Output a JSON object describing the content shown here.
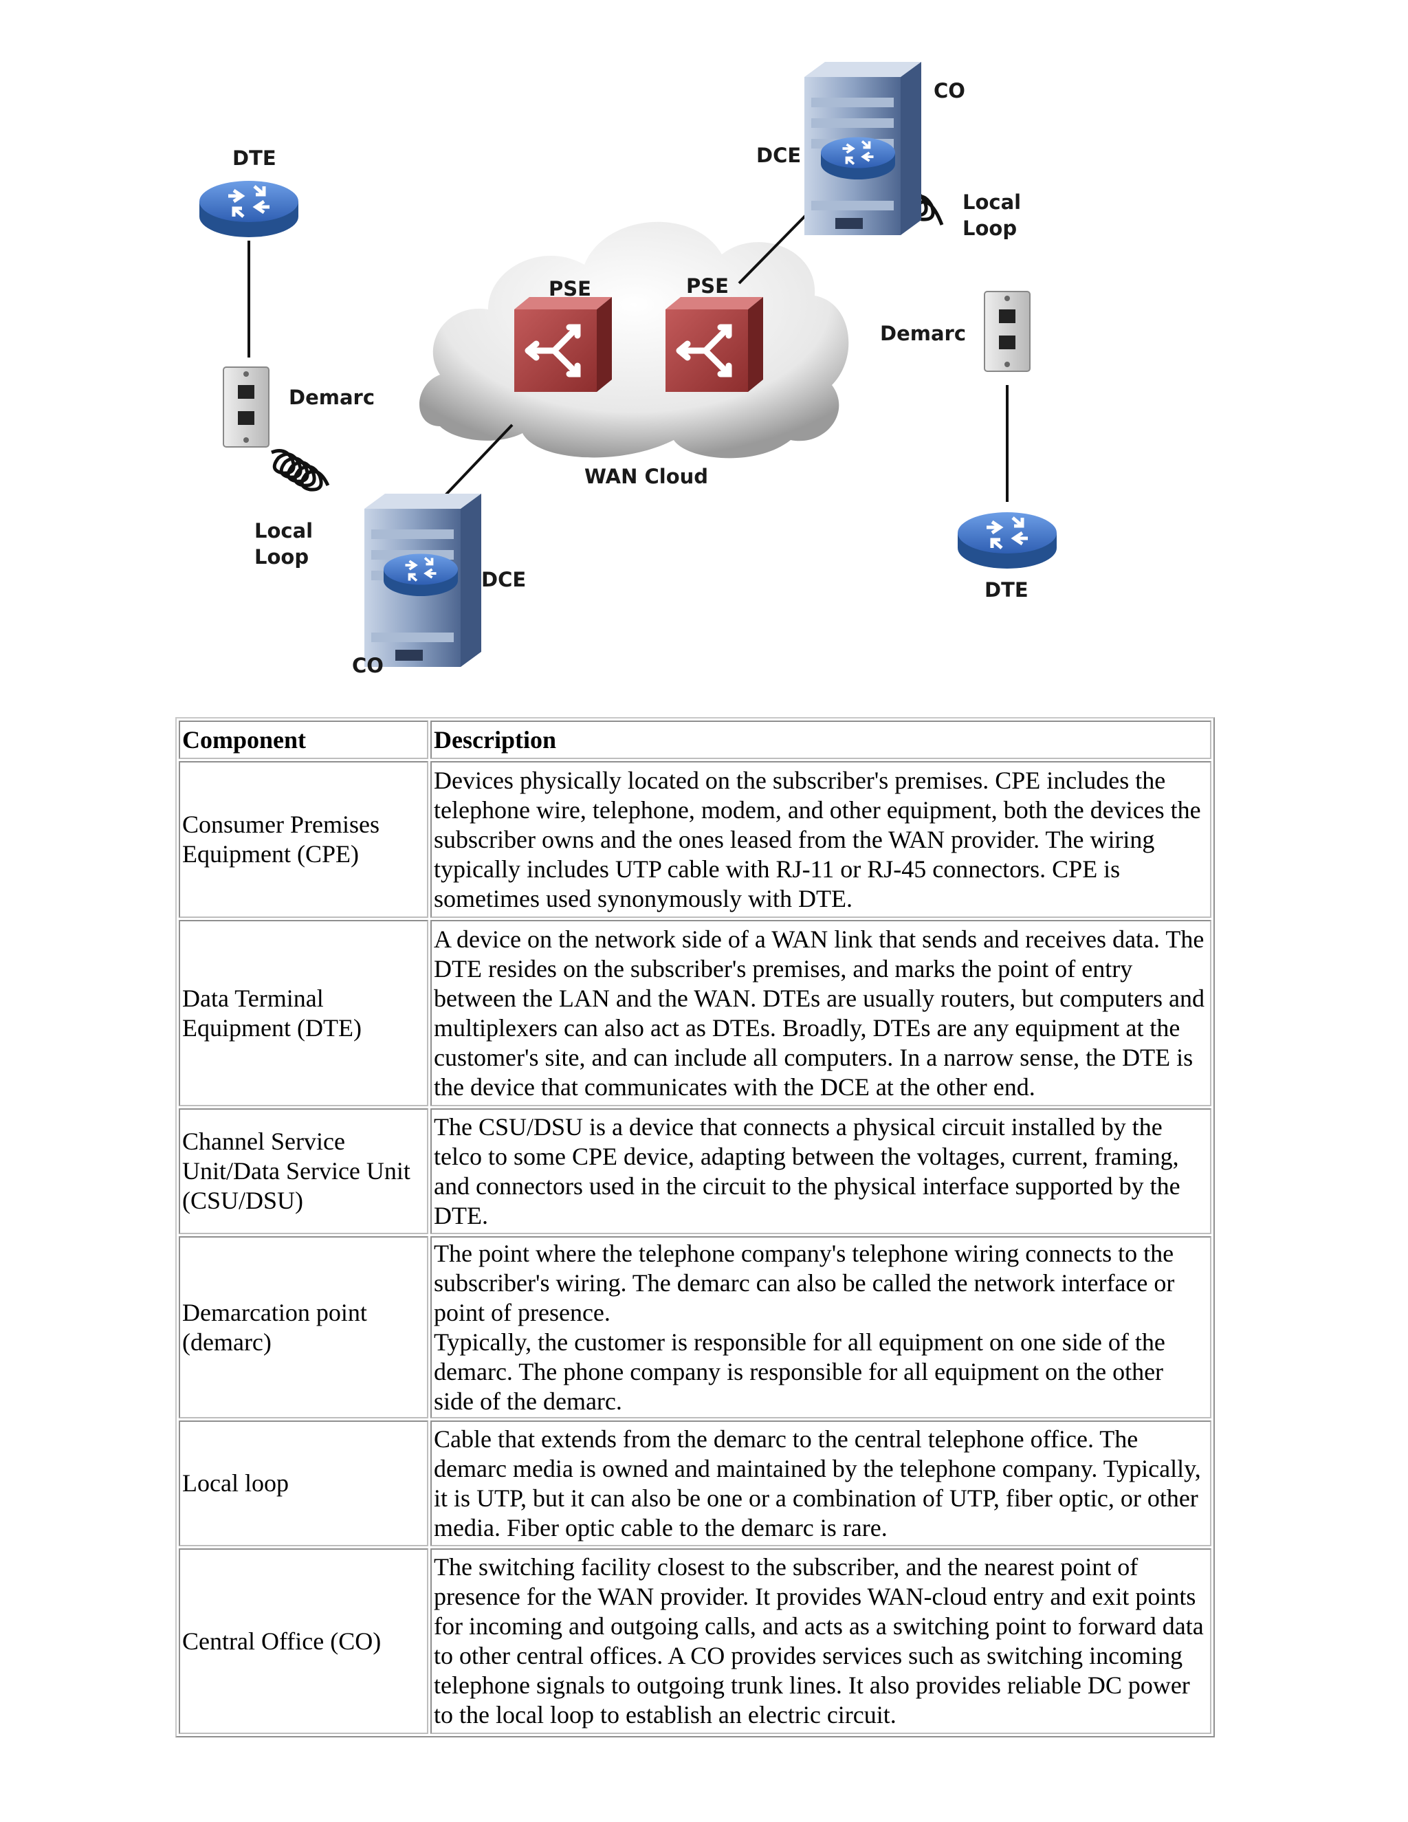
{
  "diagram": {
    "labels": {
      "dte_left": "DTE",
      "demarc_left": "Demarc",
      "local_loop_left_1": "Local",
      "local_loop_left_2": "Loop",
      "dce_left": "DCE",
      "co_left": "CO",
      "pse_left": "PSE",
      "pse_right": "PSE",
      "wan_cloud": "WAN Cloud",
      "co_right": "CO",
      "dce_right": "DCE",
      "local_loop_right_1": "Local",
      "local_loop_right_2": "Loop",
      "demarc_right": "Demarc",
      "dte_right": "DTE"
    },
    "colors": {
      "router": "#3a6fc4",
      "switch": "#a83f3f",
      "server": "#6b87b5",
      "jack": "#d6d6d6"
    }
  },
  "table": {
    "headers": {
      "component": "Component",
      "description": "Description"
    },
    "rows": [
      {
        "component": "Consumer Premises Equipment (CPE)",
        "description": "Devices physically located on the subscriber's premises. CPE includes the telephone wire, telephone, modem, and other equipment, both the devices the subscriber owns and the ones leased from the WAN provider. The wiring typically includes UTP cable with RJ-11 or RJ-45 connectors. CPE is sometimes used synonymously with DTE."
      },
      {
        "component": "Data Terminal Equipment (DTE)",
        "description": "A device on the network side of a WAN link that sends and receives data. The DTE resides on the subscriber's premises, and marks the point of entry between the LAN and the WAN. DTEs are usually routers, but computers and multiplexers can also act as DTEs. Broadly, DTEs are any equipment at the customer's site, and can include all computers. In a narrow sense, the DTE is the device that communicates with the DCE at the other end."
      },
      {
        "component": "Channel Service Unit/Data Service Unit (CSU/DSU)",
        "description": "The CSU/DSU is a device that connects a physical circuit installed by the telco to some CPE device, adapting between the voltages, current, framing, and connectors used in the circuit to the physical interface supported by the DTE."
      },
      {
        "component": "Demarcation point (demarc)",
        "description": "The point where the telephone company's telephone wiring connects to the subscriber's wiring. The demarc can also be called the network interface or point of presence.",
        "description_2": "Typically, the customer is responsible for all equipment on one side of the demarc. The phone company is responsible for all equipment on the other side of the demarc."
      },
      {
        "component": "Local loop",
        "description": "Cable that extends from the demarc to the central telephone office. The demarc media is owned and maintained by the telephone company. Typically, it is UTP, but it can also be one or a combination of UTP, fiber optic, or other media. Fiber optic cable to the demarc is rare."
      },
      {
        "component": "Central Office (CO)",
        "description": "The switching facility closest to the subscriber, and the nearest point of presence for the WAN provider. It provides WAN-cloud entry and exit points for incoming and outgoing calls, and acts as a switching point to forward data to other central offices. A CO provides services such as switching incoming telephone signals to outgoing trunk lines. It also provides reliable DC power to the local loop to establish an electric circuit."
      }
    ]
  }
}
